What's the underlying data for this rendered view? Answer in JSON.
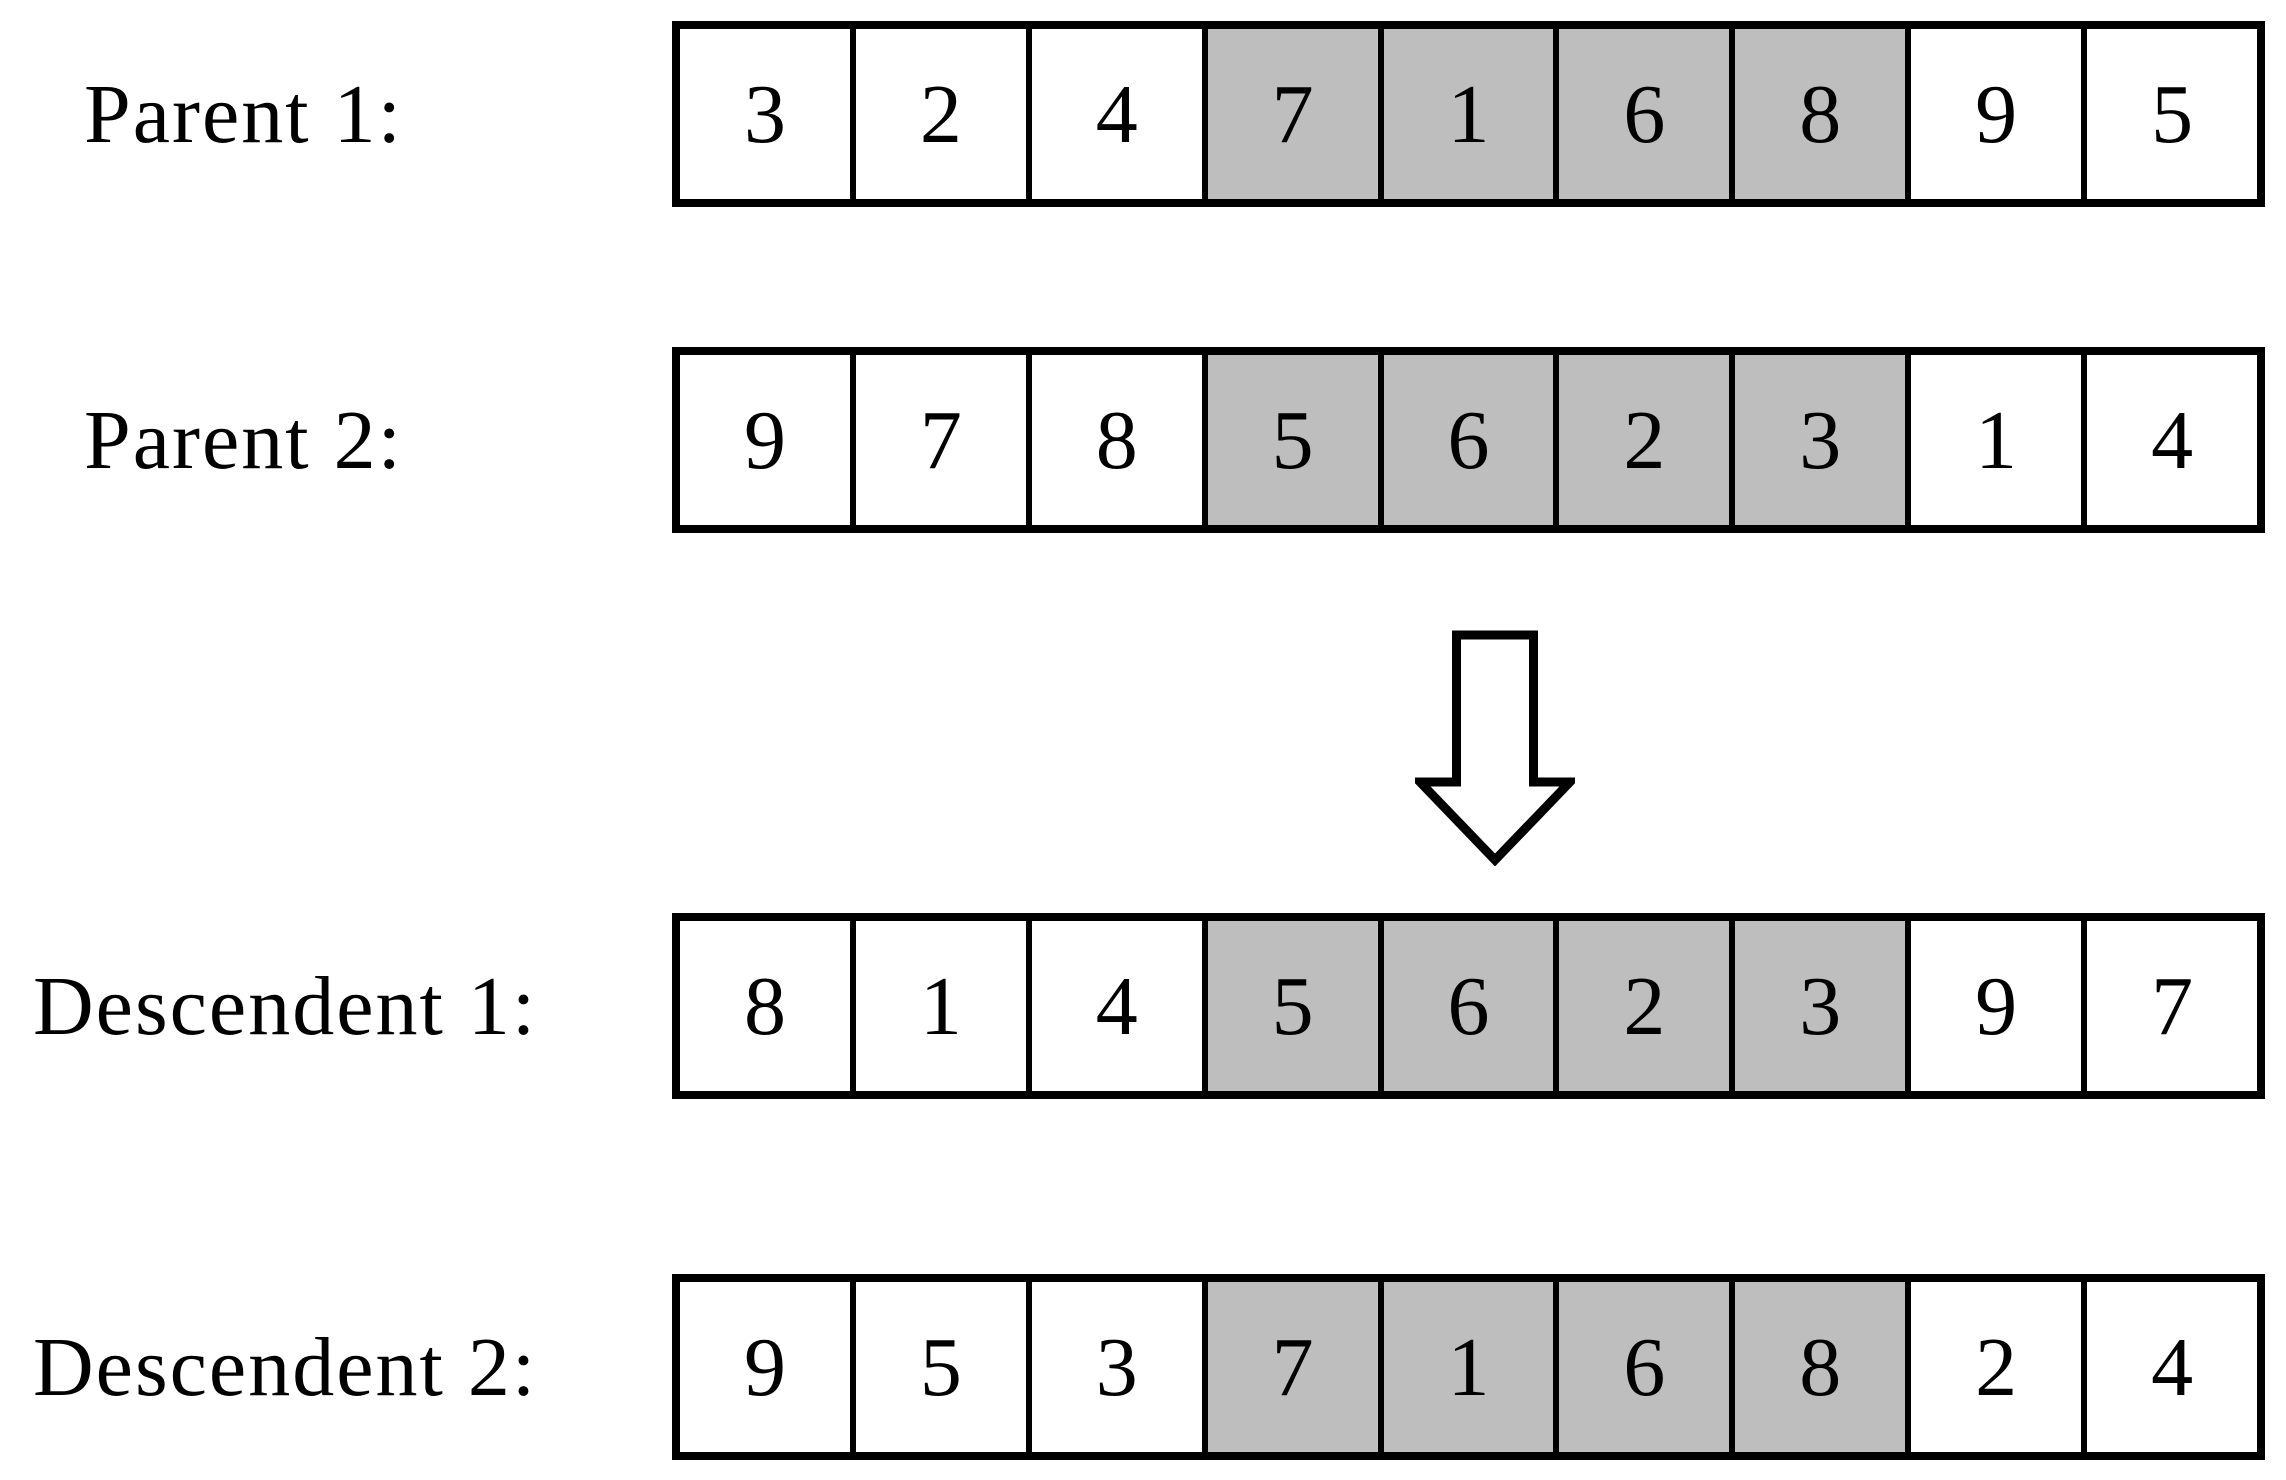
{
  "figure_kind": "crossover-diagram",
  "rows": [
    {
      "id": "parent-1",
      "label": "Parent 1:",
      "values": [
        "3",
        "2",
        "4",
        "7",
        "1",
        "6",
        "8",
        "9",
        "5"
      ],
      "highlight_start": 3,
      "highlight_end": 6
    },
    {
      "id": "parent-2",
      "label": "Parent 2:",
      "values": [
        "9",
        "7",
        "8",
        "5",
        "6",
        "2",
        "3",
        "1",
        "4"
      ],
      "highlight_start": 3,
      "highlight_end": 6
    },
    {
      "id": "descendent-1",
      "label": "Descendent 1:",
      "values": [
        "8",
        "1",
        "4",
        "5",
        "6",
        "2",
        "3",
        "9",
        "7"
      ],
      "highlight_start": 3,
      "highlight_end": 6
    },
    {
      "id": "descendent-2",
      "label": "Descendent 2:",
      "values": [
        "9",
        "5",
        "3",
        "7",
        "1",
        "6",
        "8",
        "2",
        "4"
      ],
      "highlight_start": 3,
      "highlight_end": 6
    }
  ],
  "arrow": {
    "direction": "down"
  },
  "colors": {
    "highlight_fill": "#bebebe",
    "line": "#000000",
    "background": "#ffffff",
    "cell_fill": "#ffffff"
  }
}
